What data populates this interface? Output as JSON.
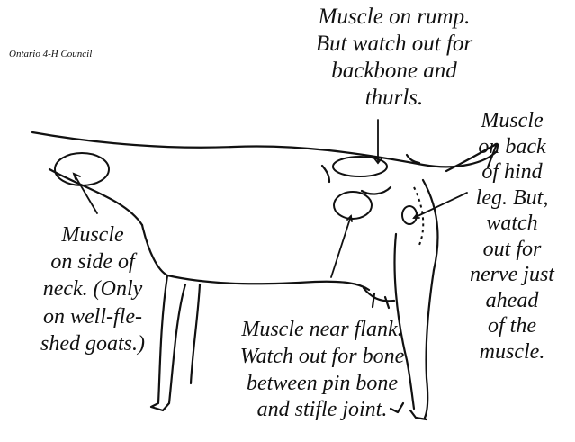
{
  "credit": "Ontario 4-H Council",
  "labels": {
    "rump": "Muscle on rump.\nBut watch out for\nbackbone and\nthurls.",
    "back_leg": "Muscle\non back\nof hind\nleg.  But,\nwatch\nout for\nnerve just\nahead\nof the\nmuscle.",
    "neck": "Muscle\non side of\nneck. (Only\non well-fle-\nshed goats.)",
    "flank": "Muscle near flank.\nWatch out for bone\nbetween pin bone\nand stifle joint."
  }
}
